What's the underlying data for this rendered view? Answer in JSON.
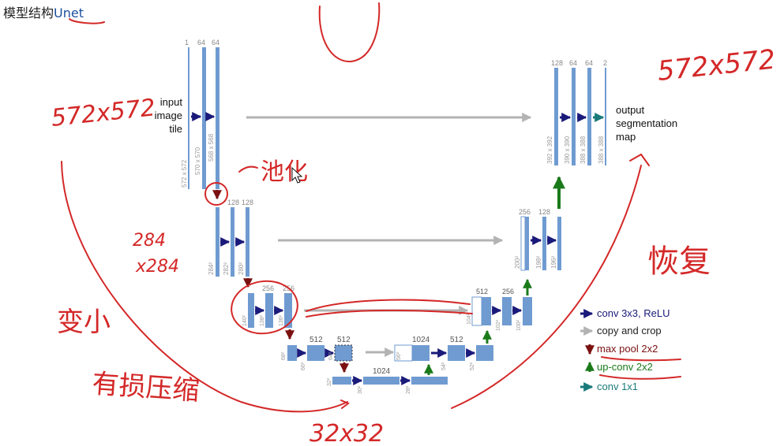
{
  "title": {
    "prefix": "模型结构",
    "highlight": "Unet"
  },
  "diagram": {
    "input_label": [
      "input",
      "image",
      "tile"
    ],
    "output_label": [
      "output",
      "segmentation",
      "map"
    ],
    "channels": {
      "level1_enc": [
        "1",
        "64",
        "64"
      ],
      "level1_dec": [
        "128",
        "64",
        "64",
        "2"
      ],
      "level2_enc": [
        "128",
        "128"
      ],
      "level2_dec": [
        "256",
        "128"
      ],
      "level3_enc": [
        "256",
        "256"
      ],
      "level3_dec": [
        "512",
        "256"
      ],
      "level4_enc": [
        "512",
        "512"
      ],
      "level4_dec": [
        "1024",
        "512"
      ],
      "level5": [
        "1024"
      ]
    },
    "sizes": {
      "level1_enc": [
        "572 x 572",
        "570 x 570",
        "568 x 568"
      ],
      "level1_dec": [
        "392 x 392",
        "390 x 390",
        "388 x 388",
        "388 x 388"
      ],
      "level2_enc": [
        "284²",
        "282²",
        "280²"
      ],
      "level2_dec": [
        "200²",
        "198²",
        "196²"
      ],
      "level3_enc": [
        "140²",
        "138²",
        "136²"
      ],
      "level3_dec": [
        "104²",
        "102²",
        "100²"
      ],
      "level4_enc": [
        "68²",
        "66²",
        "64²"
      ],
      "level4_dec": [
        "56²",
        "54²",
        "52²"
      ],
      "level5": [
        "32²",
        "30²",
        "28²"
      ]
    }
  },
  "legend": [
    {
      "label": "conv 3x3, ReLU",
      "color": "#1a1a7a"
    },
    {
      "label": "copy and crop",
      "color": "#a8a8a8"
    },
    {
      "label": "max pool 2x2",
      "color": "#7a1010"
    },
    {
      "label": "up-conv 2x2",
      "color": "#1a7a1a"
    },
    {
      "label": "conv 1x1",
      "color": "#1a7a7a"
    }
  ],
  "annotations": {
    "top_left_size": "572x572",
    "top_right_size": "572x572",
    "level2_size": [
      "284",
      "x284"
    ],
    "bottom_size": "32x32",
    "left_word1": "变小",
    "left_word2": "有损压缩",
    "pool_note": "池化",
    "right_word": "恢复"
  },
  "colors": {
    "block": "#6f9bd1",
    "block_dark": "#4f7fbf",
    "ink": "#d42828",
    "arrow_gray": "#b3b3b3"
  }
}
